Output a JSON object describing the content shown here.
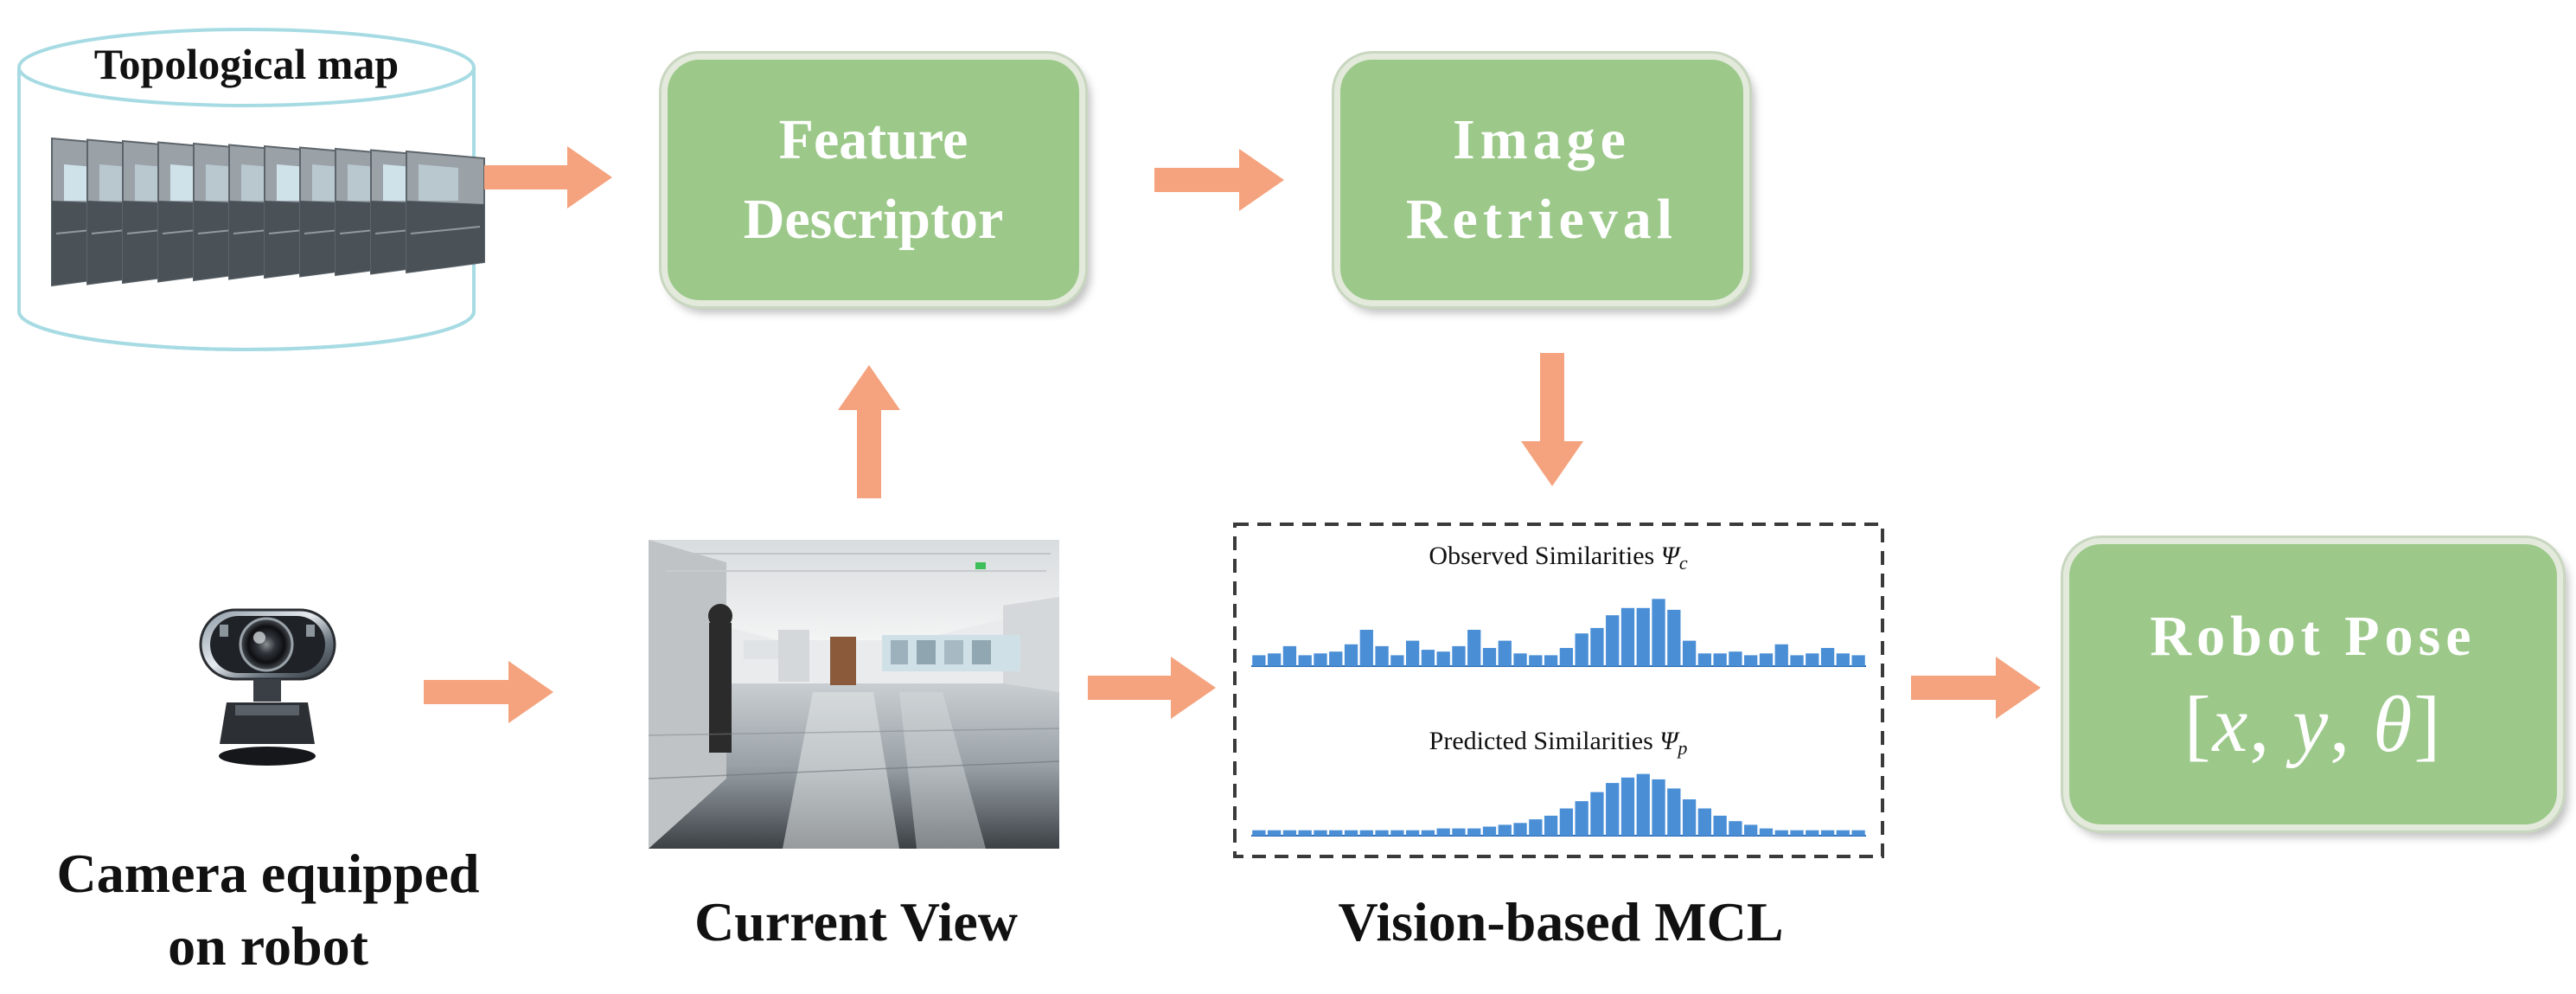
{
  "topological_map": {
    "label": "Topological map"
  },
  "feature_descriptor": {
    "line1": "Feature",
    "line2": "Descriptor"
  },
  "image_retrieval": {
    "line1": "Image",
    "line2": "Retrieval"
  },
  "robot_pose": {
    "line1": "Robot Pose",
    "open": "[",
    "x": "x",
    "y": "y",
    "theta": "θ",
    "sep": ", ",
    "close": "]"
  },
  "camera": {
    "caption_line1": "Camera equipped",
    "caption_line2": "on robot"
  },
  "current_view": {
    "caption": "Current View"
  },
  "mcl": {
    "caption": "Vision-based MCL",
    "observed_title": "Observed Similarities ",
    "observed_symbol": "Ψ",
    "observed_sub": "c",
    "predicted_title": "Predicted Similarities ",
    "predicted_symbol": "Ψ",
    "predicted_sub": "p"
  },
  "colors": {
    "box_fill": "#9cc98a",
    "arrow": "#f4a37e",
    "bar": "#4a8fd6",
    "text": "#111111"
  },
  "chart_data": [
    {
      "type": "bar",
      "title": "Observed Similarities Ψc",
      "values": [
        0.3,
        0.35,
        0.55,
        0.3,
        0.35,
        0.4,
        0.6,
        1.0,
        0.55,
        0.3,
        0.7,
        0.45,
        0.4,
        0.55,
        1.0,
        0.5,
        0.7,
        0.35,
        0.3,
        0.3,
        0.5,
        0.9,
        1.05,
        1.4,
        1.6,
        1.6,
        1.85,
        1.55,
        0.7,
        0.35,
        0.35,
        0.4,
        0.3,
        0.35,
        0.6,
        0.3,
        0.35,
        0.5,
        0.35,
        0.3
      ],
      "ylim": [
        0,
        2
      ]
    },
    {
      "type": "bar",
      "title": "Predicted Similarities Ψp",
      "values": [
        0.15,
        0.15,
        0.15,
        0.15,
        0.15,
        0.15,
        0.15,
        0.15,
        0.15,
        0.15,
        0.15,
        0.15,
        0.2,
        0.2,
        0.2,
        0.25,
        0.3,
        0.35,
        0.45,
        0.55,
        0.75,
        0.95,
        1.2,
        1.45,
        1.6,
        1.7,
        1.55,
        1.3,
        1.0,
        0.75,
        0.55,
        0.4,
        0.3,
        0.2,
        0.15,
        0.15,
        0.15,
        0.15,
        0.15,
        0.15
      ],
      "ylim": [
        0,
        2
      ]
    }
  ]
}
